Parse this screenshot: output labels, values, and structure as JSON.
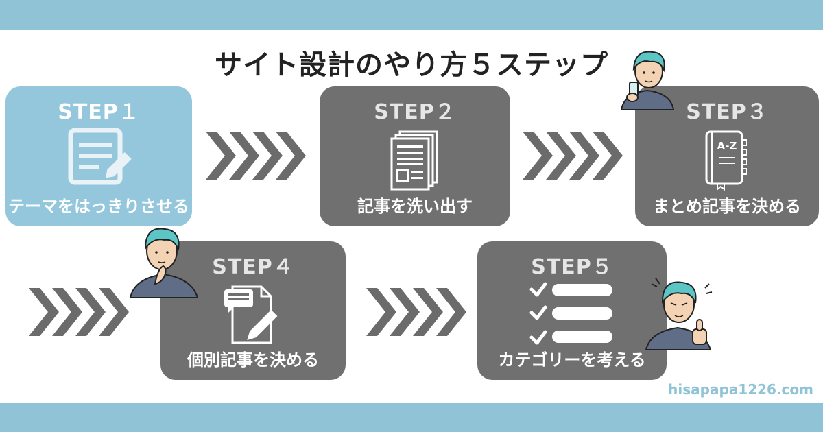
{
  "title": "サイト設計のやり方５ステップ",
  "steps": [
    {
      "label": "STEP１",
      "desc": "テーマをはっきりさせる",
      "icon": "note-pencil-icon"
    },
    {
      "label": "STEP２",
      "desc": "記事を洗い出す",
      "icon": "documents-icon"
    },
    {
      "label": "STEP３",
      "desc": "まとめ記事を決める",
      "icon": "az-book-icon",
      "icon_text": "A-Z"
    },
    {
      "label": "STEP４",
      "desc": "個別記事を決める",
      "icon": "document-chat-pencil-icon"
    },
    {
      "label": "STEP５",
      "desc": "カテゴリーを考える",
      "icon": "checklist-icon"
    }
  ],
  "footer": {
    "domain": "hisapapa1226.com"
  },
  "colors": {
    "band": "#8fc3d5",
    "active_card": "#94c7dc",
    "card": "#707070",
    "chevron": "#6b6b6b"
  }
}
